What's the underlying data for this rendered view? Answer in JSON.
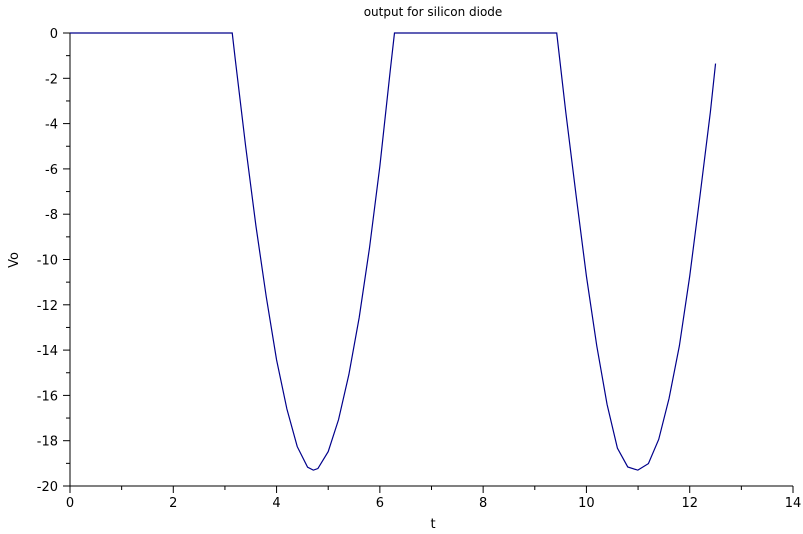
{
  "chart_data": {
    "type": "line",
    "title": "output for silicon diode",
    "xlabel": "t",
    "ylabel": "Vo",
    "xlim": [
      0,
      14
    ],
    "ylim": [
      -20,
      0
    ],
    "x_ticks": [
      0,
      2,
      4,
      6,
      8,
      10,
      12,
      14
    ],
    "y_ticks": [
      0,
      -2,
      -4,
      -6,
      -8,
      -10,
      -12,
      -14,
      -16,
      -18,
      -20
    ],
    "grid": false,
    "colors": {
      "line": "#00008b",
      "axis": "#000000"
    },
    "series": [
      {
        "x": [
          0,
          0.5,
          1,
          1.5,
          2,
          2.5,
          3,
          3.1416,
          3.2,
          3.4,
          3.6,
          3.8,
          4.0,
          4.2,
          4.4,
          4.6,
          4.712,
          4.8,
          5.0,
          5.2,
          5.4,
          5.6,
          5.8,
          6.0,
          6.2,
          6.2832,
          6.5,
          7,
          7.5,
          8,
          8.5,
          9,
          9.4248,
          9.6,
          9.8,
          10.0,
          10.2,
          10.4,
          10.6,
          10.8,
          10.9956,
          11.2,
          11.4,
          11.6,
          11.8,
          12.0,
          12.2,
          12.4,
          12.5
        ],
        "y": [
          0,
          0,
          0,
          0,
          0,
          0,
          0,
          0,
          -1.16,
          -4.98,
          -8.51,
          -11.64,
          -14.43,
          -16.6,
          -18.26,
          -19.17,
          -19.3,
          -19.23,
          -18.48,
          -17.07,
          -15.08,
          -12.56,
          -9.48,
          -5.88,
          -1.68,
          0,
          0,
          0,
          0,
          0,
          0,
          0,
          0,
          -3.49,
          -7.17,
          -10.74,
          -13.81,
          -16.4,
          -18.33,
          -19.16,
          -19.3,
          -19.01,
          -17.94,
          -16.13,
          -13.81,
          -10.74,
          -7.17,
          -3.49,
          -1.35
        ]
      }
    ]
  }
}
